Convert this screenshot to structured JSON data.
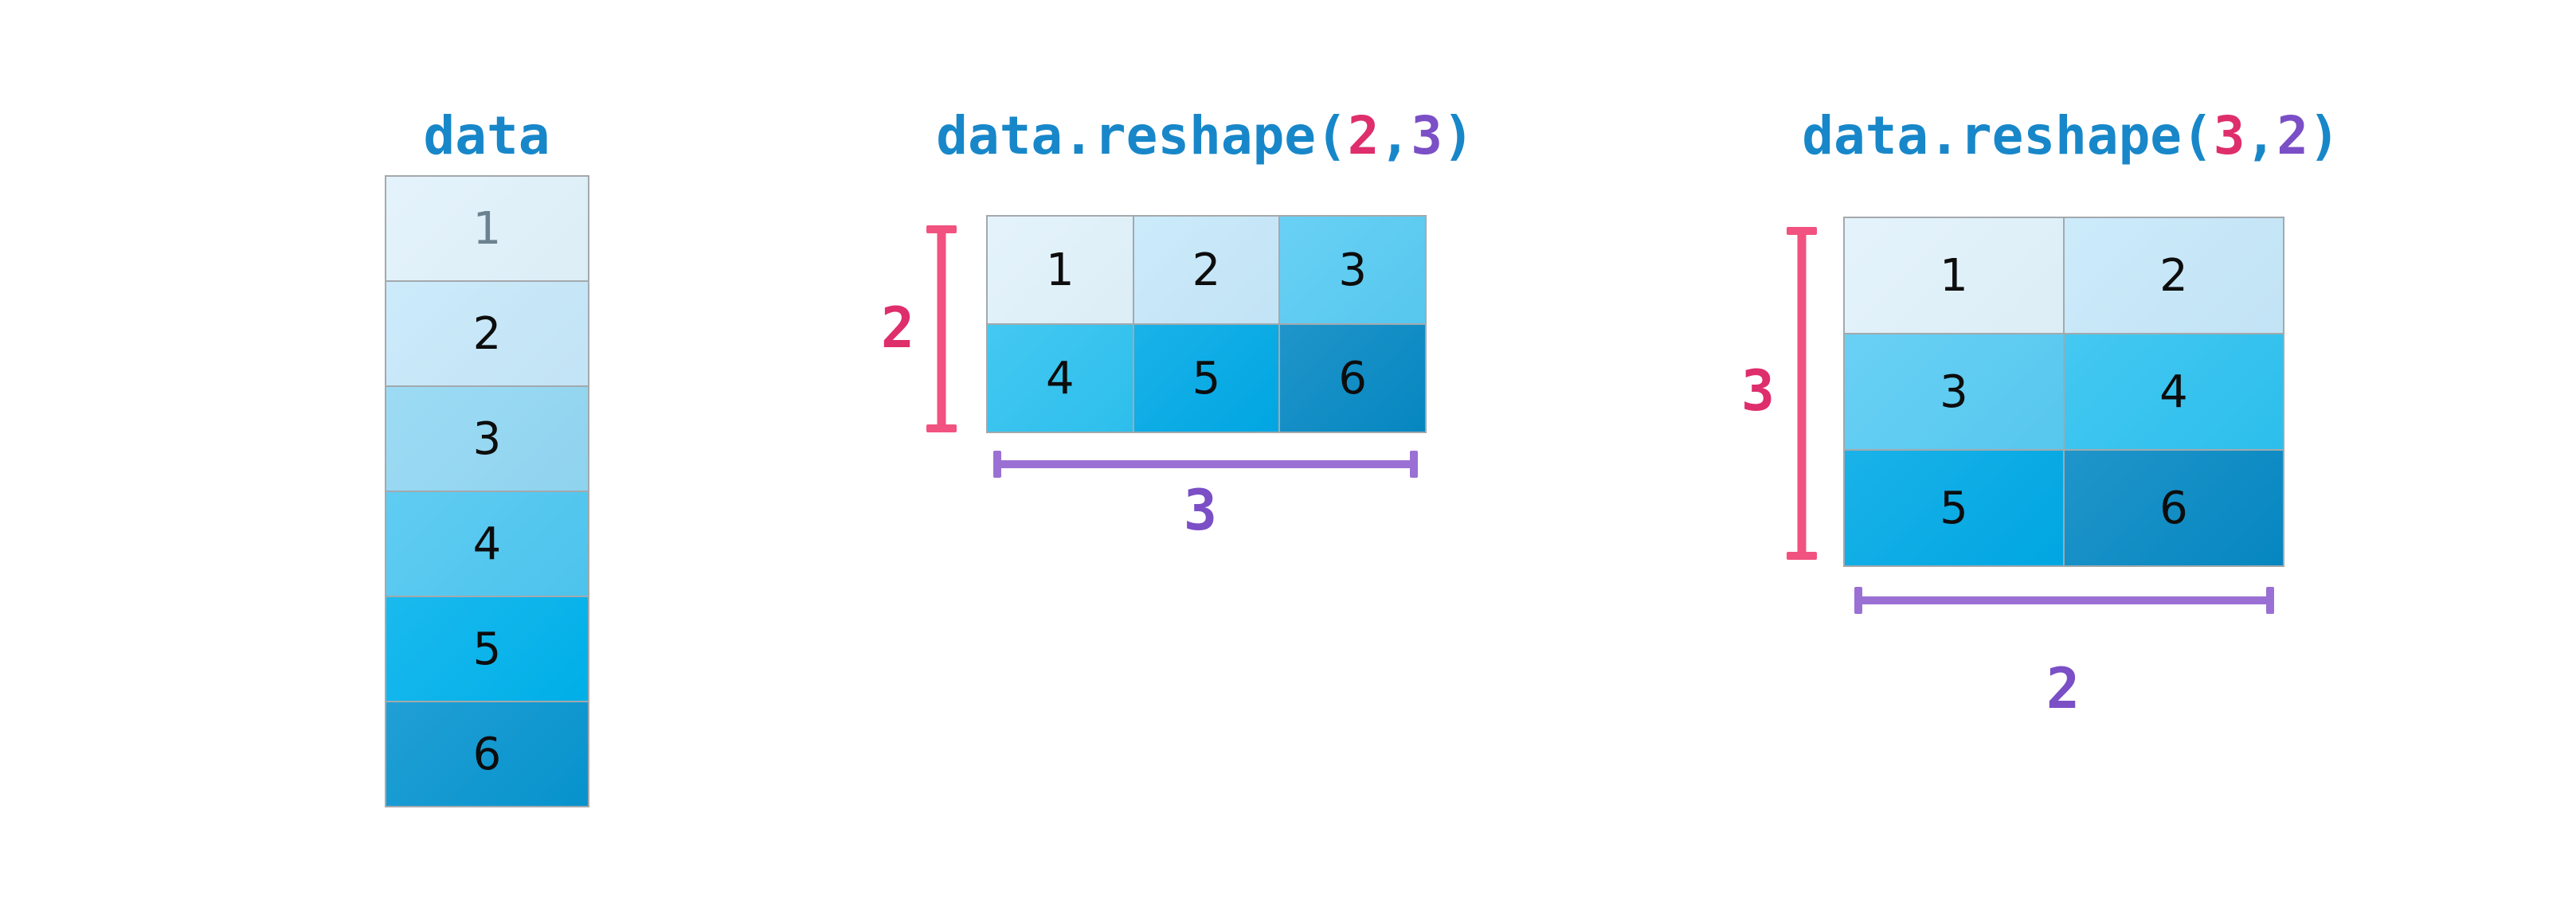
{
  "palette": {
    "column_cells": [
      "#e1f2fb",
      "#c6e8fa",
      "#92d7f3",
      "#4ec7f1",
      "#00b2ec",
      "#0795d0"
    ],
    "matrix_cells": [
      "#e1f2fb",
      "#c6e8fa",
      "#58cbf3",
      "#2ec2f0",
      "#00a9e6",
      "#0689c4"
    ],
    "title_blue": "#1887c9",
    "pink_bracket": "#f1527f",
    "pink_label": "#de2e6b",
    "purple_bracket": "#9a70d4",
    "purple_label": "#7b4fc6",
    "grid_line": "#a3a9ad",
    "muted_digit": "#6b8290"
  },
  "groups": {
    "data": {
      "title": "data",
      "values": [
        "1",
        "2",
        "3",
        "4",
        "5",
        "6"
      ]
    },
    "reshape23": {
      "title_prefix": "data.reshape(",
      "rows_arg": "2",
      "comma": ",",
      "cols_arg": "3",
      "title_suffix": ")",
      "cells": [
        [
          "1",
          "2",
          "3"
        ],
        [
          "4",
          "5",
          "6"
        ]
      ],
      "row_dim_label": "2",
      "col_dim_label": "3"
    },
    "reshape32": {
      "title_prefix": "data.reshape(",
      "rows_arg": "3",
      "comma": ",",
      "cols_arg": "2",
      "title_suffix": ")",
      "cells": [
        [
          "1",
          "2"
        ],
        [
          "3",
          "4"
        ],
        [
          "5",
          "6"
        ]
      ],
      "row_dim_label": "3",
      "col_dim_label": "2"
    }
  }
}
